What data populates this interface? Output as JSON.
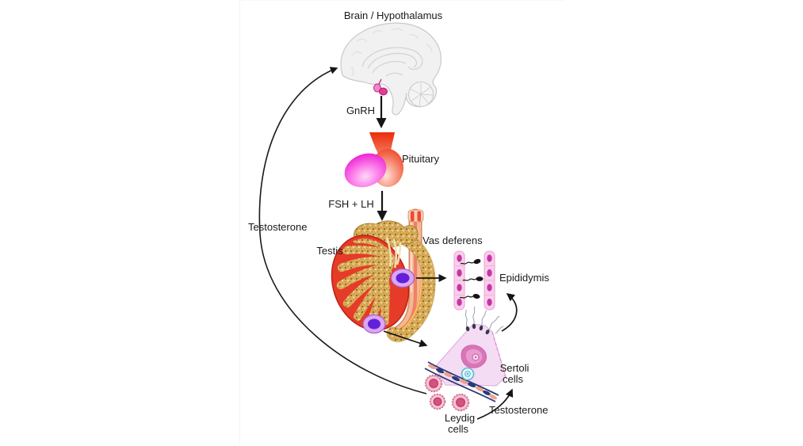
{
  "figure": {
    "labels": {
      "brain": "Brain / Hypothalamus",
      "gnrh": "GnRH",
      "pituitary": "Pituitary",
      "fsh_lh": "FSH + LH",
      "testis": "Testis",
      "vas_deferens": "Vas deferens",
      "epididymis": "Epididymis",
      "sertoli_line1": "Sertoli",
      "sertoli_line2": "cells",
      "leydig_line1": "Leydig",
      "leydig_line2": "cells",
      "testosterone_feedback": "Testosterone",
      "testosterone_local": "Testosterone"
    },
    "colors": {
      "background": "#ffffff",
      "text": "#1a1a1a",
      "arrow": "#1a1a1a",
      "brain_fill": "#f1f1f1",
      "brain_outline": "#c9c9c9",
      "pituitary_magenta": "#f136d6",
      "pituitary_red": "#ee3a12",
      "testis_red": "#e63b28",
      "testis_outline": "#bf2012",
      "tubule_gold": "#d9ad5a",
      "tubule_speckle": "#8a671e",
      "vas_deferens_salmon": "#f6b892",
      "vas_deferens_stripe": "#ec8168",
      "callout_cell_outer": "#dba6f2",
      "callout_cell_inner": "#6220d8",
      "epididymis_duct_pink": "#f9cfe9",
      "epididymis_nucleus": "#c337a5",
      "sperm_black": "#151515",
      "sertoli_fill": "#f4dcf4",
      "sertoli_nucleus": "#da74b8",
      "basement_membrane_navy": "#2a3a78",
      "myoid_pink": "#f0a08a",
      "spermatogonium_blue": "#56bcd4",
      "leydig_fill": "#f2a6c0",
      "leydig_nucleus": "#d4537e"
    }
  }
}
